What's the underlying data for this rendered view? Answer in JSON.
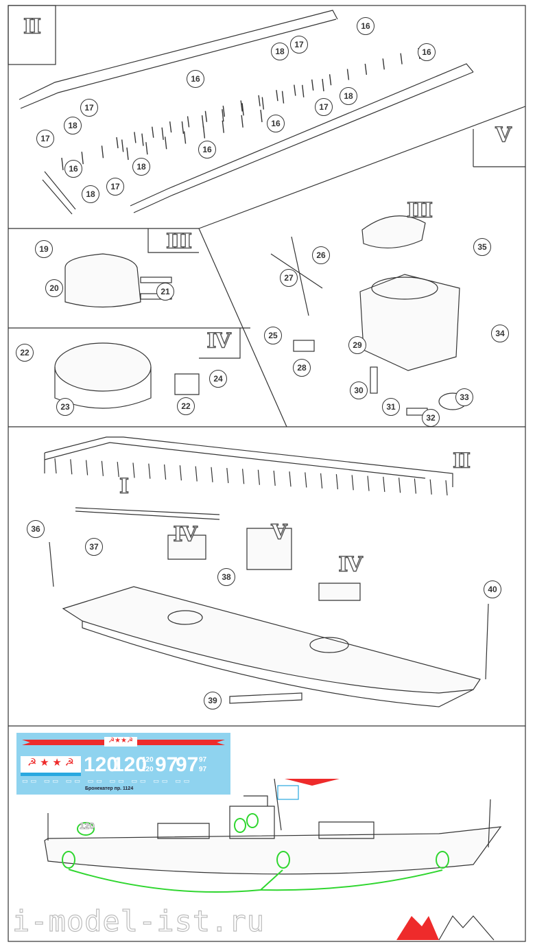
{
  "sections": {
    "top": "II",
    "top_right": "V",
    "turret_panel": "III",
    "turret_panel_2": "III",
    "mount_panel": "IV",
    "assembly_ii": "II",
    "assembly_i": "I",
    "assembly_iv_a": "IV",
    "assembly_v": "V",
    "assembly_iv_b": "IV"
  },
  "callouts": [
    "16",
    "16",
    "18",
    "17",
    "16",
    "18",
    "17",
    "16",
    "16",
    "17",
    "18",
    "17",
    "16",
    "18",
    "17",
    "18",
    "19",
    "20",
    "21",
    "22",
    "24",
    "23",
    "22",
    "26",
    "35",
    "27",
    "34",
    "25",
    "29",
    "28",
    "30",
    "31",
    "32",
    "33",
    "36",
    "37",
    "38",
    "40",
    "39"
  ],
  "decal": {
    "caption": "Бронекатер пр. 1124",
    "numbers_large": [
      "120",
      "120",
      "97",
      "97"
    ],
    "numbers_small": [
      "120",
      "120",
      "97",
      "97"
    ],
    "background": "#8fd3ef",
    "red": "#ee2b2b",
    "blue": "#29a8e0"
  },
  "hull_marking": "120",
  "watermark": "i-model-ist.ru",
  "highlight_color": "#2fd62f"
}
